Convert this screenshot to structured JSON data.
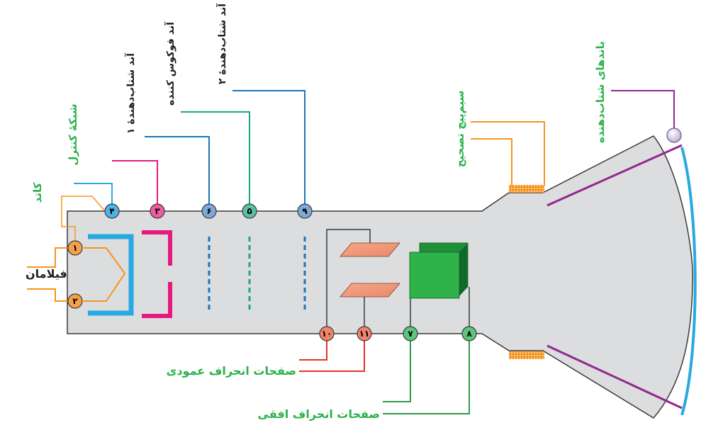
{
  "labels": {
    "filament": "فیلامان",
    "cathode": "کاتد",
    "control_grid": "شبکهٔ کنترل",
    "accel_anode_1": "آند شتاب‌دهندهٔ ۱",
    "focus_anode": "آند فوکوس کننده",
    "accel_anode_2": "آند شتاب‌دهندهٔ ۲",
    "correction_coil": "سیم‌پیچ تصحیح",
    "accel_bands": "باندهای شتاب‌دهنده",
    "vertical_plates": "صفحات انحراف عمودی",
    "horizontal_plates": "صفحات انحراف افقی"
  },
  "pins": {
    "p1": "۱",
    "p2": "۲",
    "p3": "۳",
    "p4": "۴",
    "p5": "۵",
    "p6": "۶",
    "p7": "۷",
    "p8": "۸",
    "p9": "۹",
    "p10": "۱۰",
    "p11": "۱۱"
  },
  "colors": {
    "tube_fill": "#dcdddf",
    "tube_stroke": "#3a3a3a",
    "orange": "#f7941d",
    "cyan": "#29a9e1",
    "magenta": "#e6197e",
    "blue": "#1b75bb",
    "teal": "#1ba68a",
    "red": "#e8302a",
    "green": "#2e9a48",
    "purple": "#92278f",
    "label_green": "#2bb24c",
    "label_black": "#231f20"
  }
}
